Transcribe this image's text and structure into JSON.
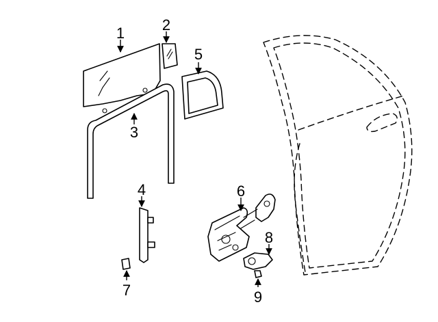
{
  "diagram": {
    "callouts": [
      {
        "id": "1",
        "label": "1"
      },
      {
        "id": "2",
        "label": "2"
      },
      {
        "id": "3",
        "label": "3"
      },
      {
        "id": "4",
        "label": "4"
      },
      {
        "id": "5",
        "label": "5"
      },
      {
        "id": "6",
        "label": "6"
      },
      {
        "id": "7",
        "label": "7"
      },
      {
        "id": "8",
        "label": "8"
      },
      {
        "id": "9",
        "label": "9"
      }
    ],
    "colors": {
      "ink": "#000000",
      "paper": "#ffffff"
    }
  }
}
